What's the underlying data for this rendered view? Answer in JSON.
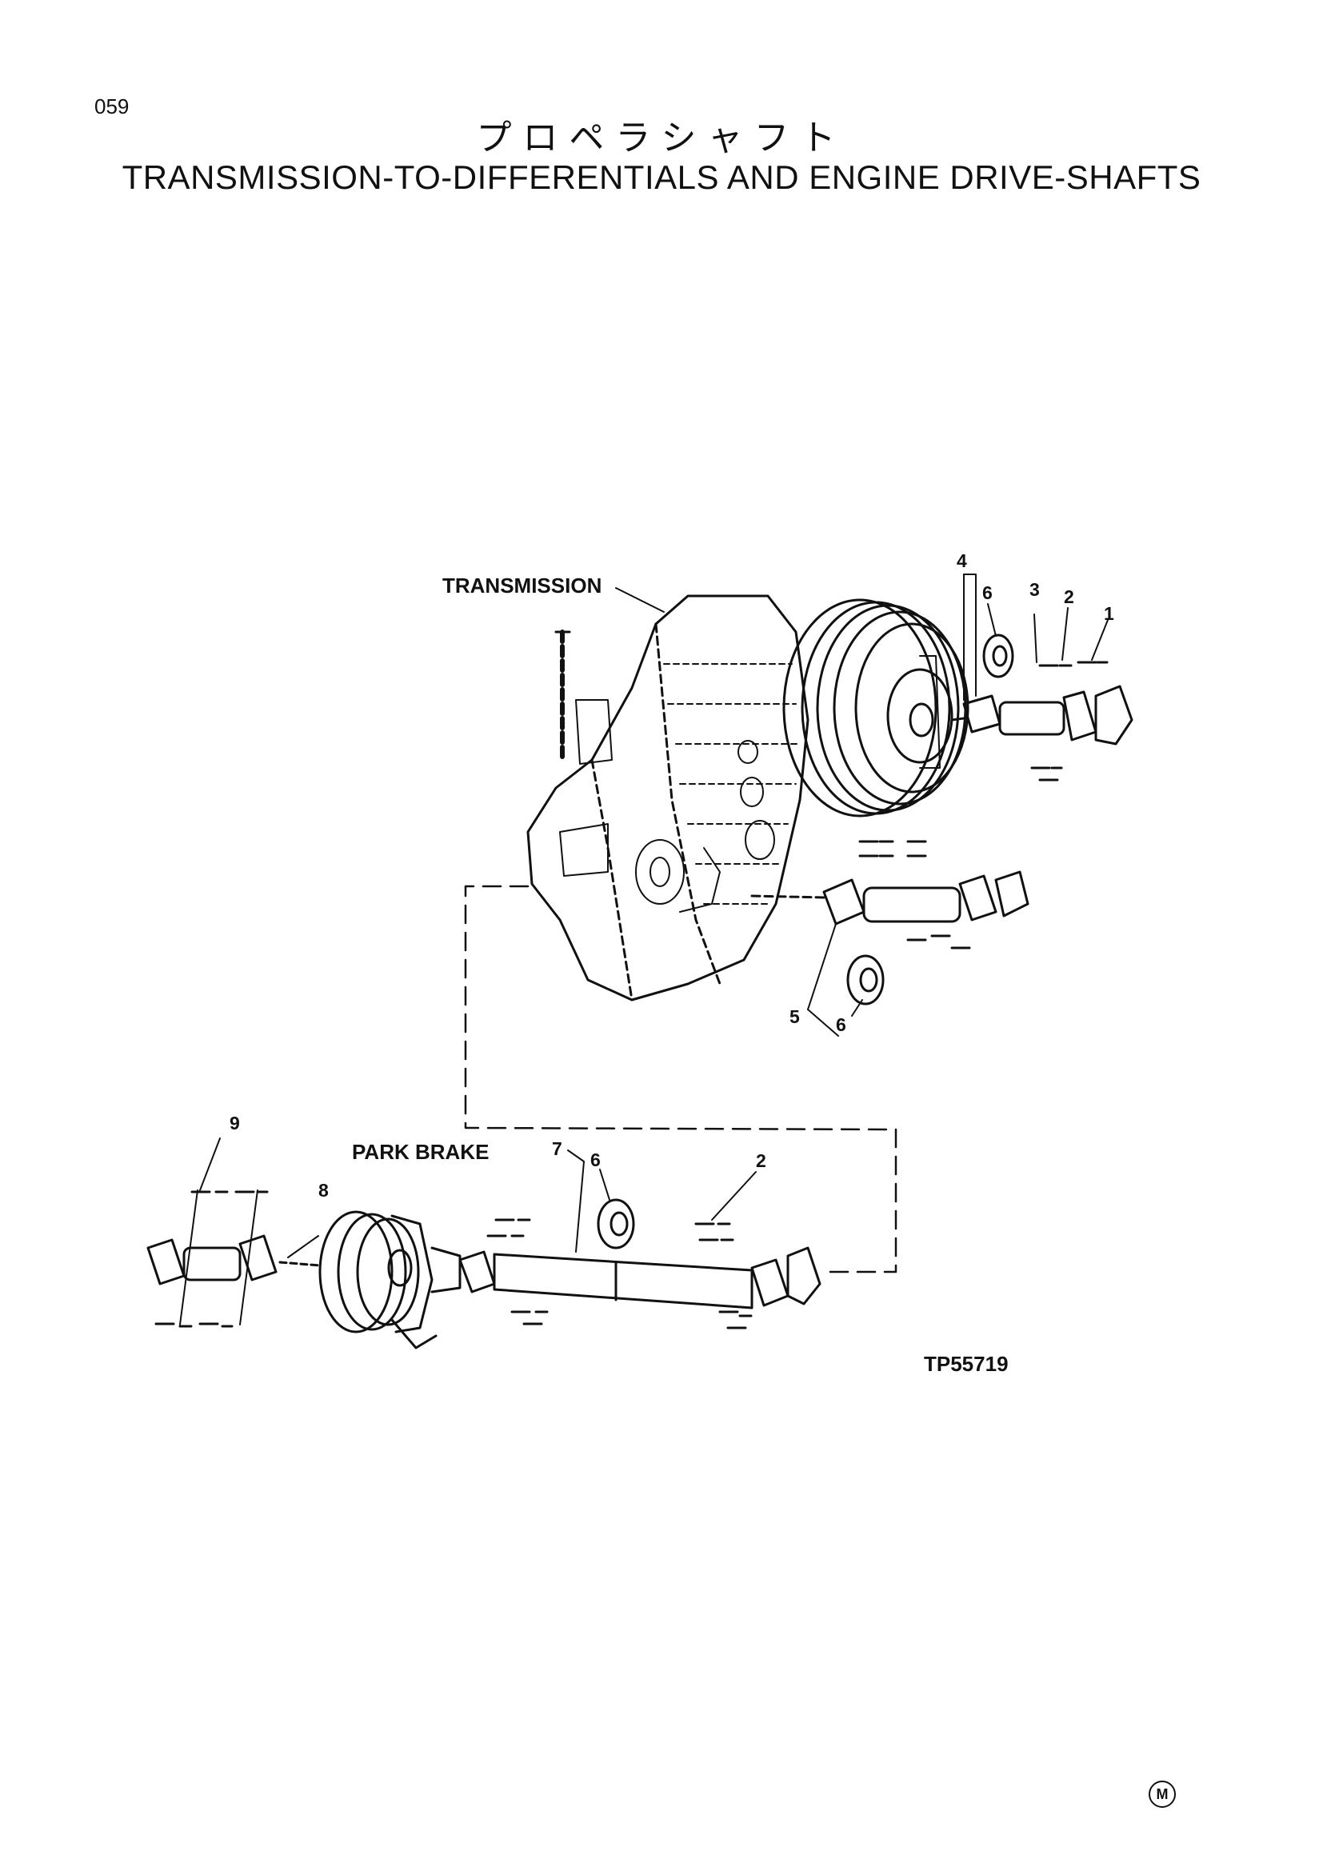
{
  "page": {
    "number": "059",
    "title_jp": "プロペラシャフト",
    "title_en": "TRANSMISSION-TO-DIFFERENTIALS AND ENGINE DRIVE-SHAFTS",
    "figure_code": "TP55719",
    "mark": "M"
  },
  "labels": {
    "transmission": "TRANSMISSION",
    "park_brake": "PARK BRAKE"
  },
  "callouts": [
    "4",
    "6",
    "3",
    "2",
    "1",
    "5",
    "6",
    "9",
    "8",
    "7",
    "6",
    "2"
  ]
}
